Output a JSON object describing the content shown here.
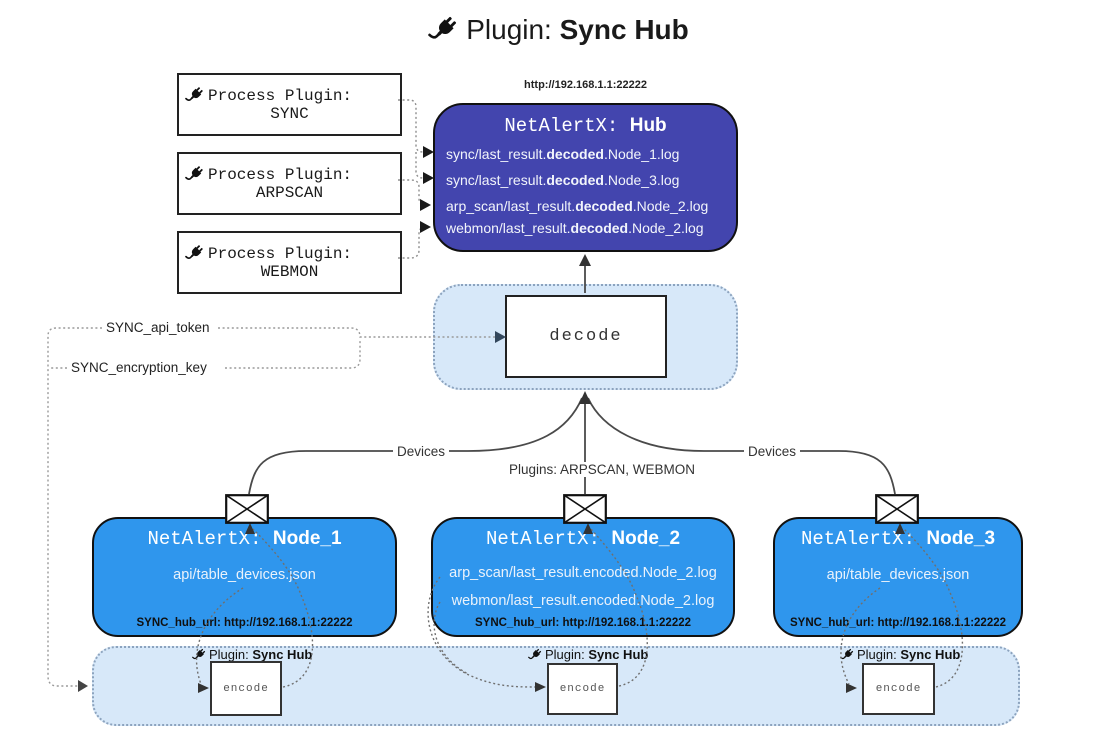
{
  "title": {
    "prefix": "Plugin: ",
    "bold": "Sync Hub"
  },
  "process_plugins": [
    {
      "label": "Process Plugin:",
      "name": "SYNC"
    },
    {
      "label": "Process Plugin:",
      "name": "ARPSCAN"
    },
    {
      "label": "Process Plugin:",
      "name": "WEBMON"
    }
  ],
  "hub": {
    "url": "http://192.168.1.1:22222",
    "name_prefix": "NetAlertX: ",
    "name_bold": "Hub",
    "logs": [
      {
        "pre": "sync/last_result.",
        "bold": "decoded",
        "post": ".Node_1.log"
      },
      {
        "pre": "sync/last_result.",
        "bold": "decoded",
        "post": ".Node_3.log"
      },
      {
        "pre": "arp_scan/last_result.",
        "bold": "decoded",
        "post": ".Node_2.log"
      },
      {
        "pre": "webmon/last_result.",
        "bold": "decoded",
        "post": ".Node_2.log"
      }
    ]
  },
  "decode_label": "decode",
  "config": {
    "api_token_label": "SYNC_api_token",
    "encryption_key_label": "SYNC_encryption_key"
  },
  "edge_labels": {
    "devices_left": "Devices",
    "devices_right": "Devices",
    "plugins_mid": "Plugins: ARPSCAN, WEBMON"
  },
  "nodes": [
    {
      "name_prefix": "NetAlertX: ",
      "name_bold": "Node_1",
      "lines": [
        "api/table_devices.json"
      ],
      "hub_url": "SYNC_hub_url: http://192.168.1.1:22222"
    },
    {
      "name_prefix": "NetAlertX: ",
      "name_bold": "Node_2",
      "lines": [
        "arp_scan/last_result.encoded.Node_2.log",
        "webmon/last_result.encoded.Node_2.log"
      ],
      "hub_url": "SYNC_hub_url: http://192.168.1.1:22222"
    },
    {
      "name_prefix": "NetAlertX: ",
      "name_bold": "Node_3",
      "lines": [
        "api/table_devices.json"
      ],
      "hub_url": "SYNC_hub_url: http://192.168.1.1:22222"
    }
  ],
  "encoders": [
    {
      "label_prefix": "Plugin: ",
      "label_bold": "Sync Hub",
      "box_label": "encode"
    },
    {
      "label_prefix": "Plugin: ",
      "label_bold": "Sync Hub",
      "box_label": "encode"
    },
    {
      "label_prefix": "Plugin: ",
      "label_bold": "Sync Hub",
      "box_label": "encode"
    }
  ],
  "colors": {
    "hub_fill": "#4345AE",
    "node_fill": "#2F96ED",
    "panel_fill": "#D7E8F9",
    "panel_border": "#8CA3BE"
  }
}
